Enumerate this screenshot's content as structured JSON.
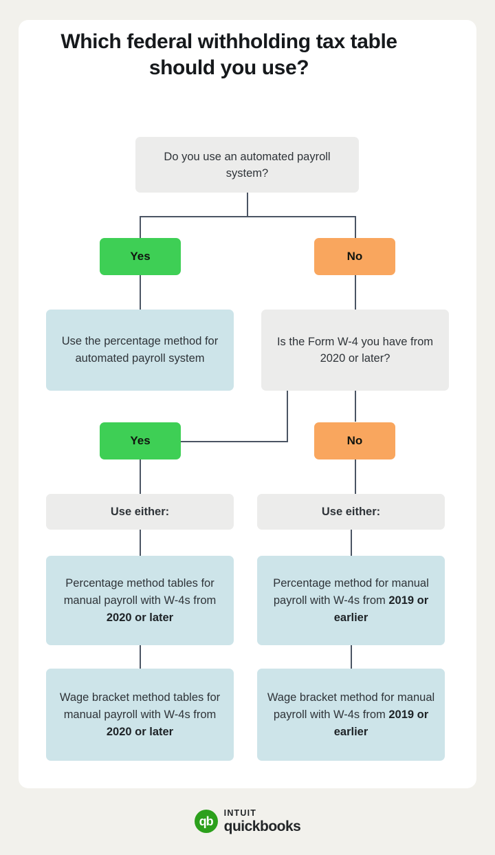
{
  "page": {
    "background_color": "#f2f1ec",
    "card_color": "#ffffff"
  },
  "title": "Which federal withholding tax table should you use?",
  "colors": {
    "yes_green": "#3ecf55",
    "no_orange": "#f9a65e",
    "result_blue": "#cde4e9",
    "question_grey": "#ececeb",
    "connector": "#4a5463",
    "logo_green": "#2ca01c",
    "text": "#2e3338"
  },
  "flow": {
    "q1": "Do you use an automated payroll system?",
    "q1_yes": "Yes",
    "q1_no": "No",
    "left_result": "Use the percentage method for automated payroll system",
    "q2": "Is the Form W-4 you have from 2020 or later?",
    "q2_yes": "Yes",
    "q2_no": "No",
    "left_header": "Use either:",
    "right_header": "Use either:",
    "left_option_1": {
      "plain": "Percentage method tables for manual payroll with W-4s from ",
      "bold": "2020 or later"
    },
    "left_option_2": {
      "plain": "Wage bracket method tables for manual payroll with W-4s from ",
      "bold": "2020 or later"
    },
    "right_option_1": {
      "plain": "Percentage method for manual payroll with W-4s from ",
      "bold": "2019 or earlier"
    },
    "right_option_2": {
      "plain": "Wage bracket method for manual payroll with W-4s from ",
      "bold": "2019 or earlier"
    }
  },
  "logo": {
    "mark": "qb",
    "brand_top": "INTUIT",
    "brand_bottom": "quickbooks"
  }
}
